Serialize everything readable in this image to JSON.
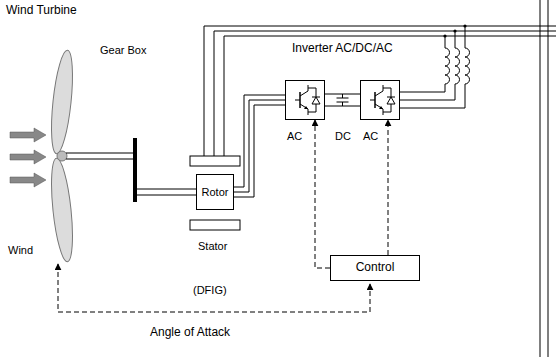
{
  "diagram": {
    "nodes": [
      {
        "text": [
          "Rotor"
        ]
      },
      {
        "text": [
          "AC"
        ]
      },
      {
        "text": [
          "AC"
        ]
      },
      {
        "text": [
          "Control"
        ]
      }
    ],
    "edges": [
      {
        "from": 0,
        "to": 1,
        "arrow": "none"
      },
      {
        "from": 1,
        "to": 2,
        "label": "DC",
        "arrow": "none"
      },
      {
        "from": 3,
        "to": 1,
        "arrow": "to"
      },
      {
        "from": 3,
        "to": 2,
        "arrow": "to"
      }
    ],
    "labels": [
      "Wind Turbine",
      "Gear Box",
      "Inverter AC/DC/AC",
      "Stator",
      "(DFIG)",
      "Wind",
      "Angle of Attack"
    ]
  }
}
